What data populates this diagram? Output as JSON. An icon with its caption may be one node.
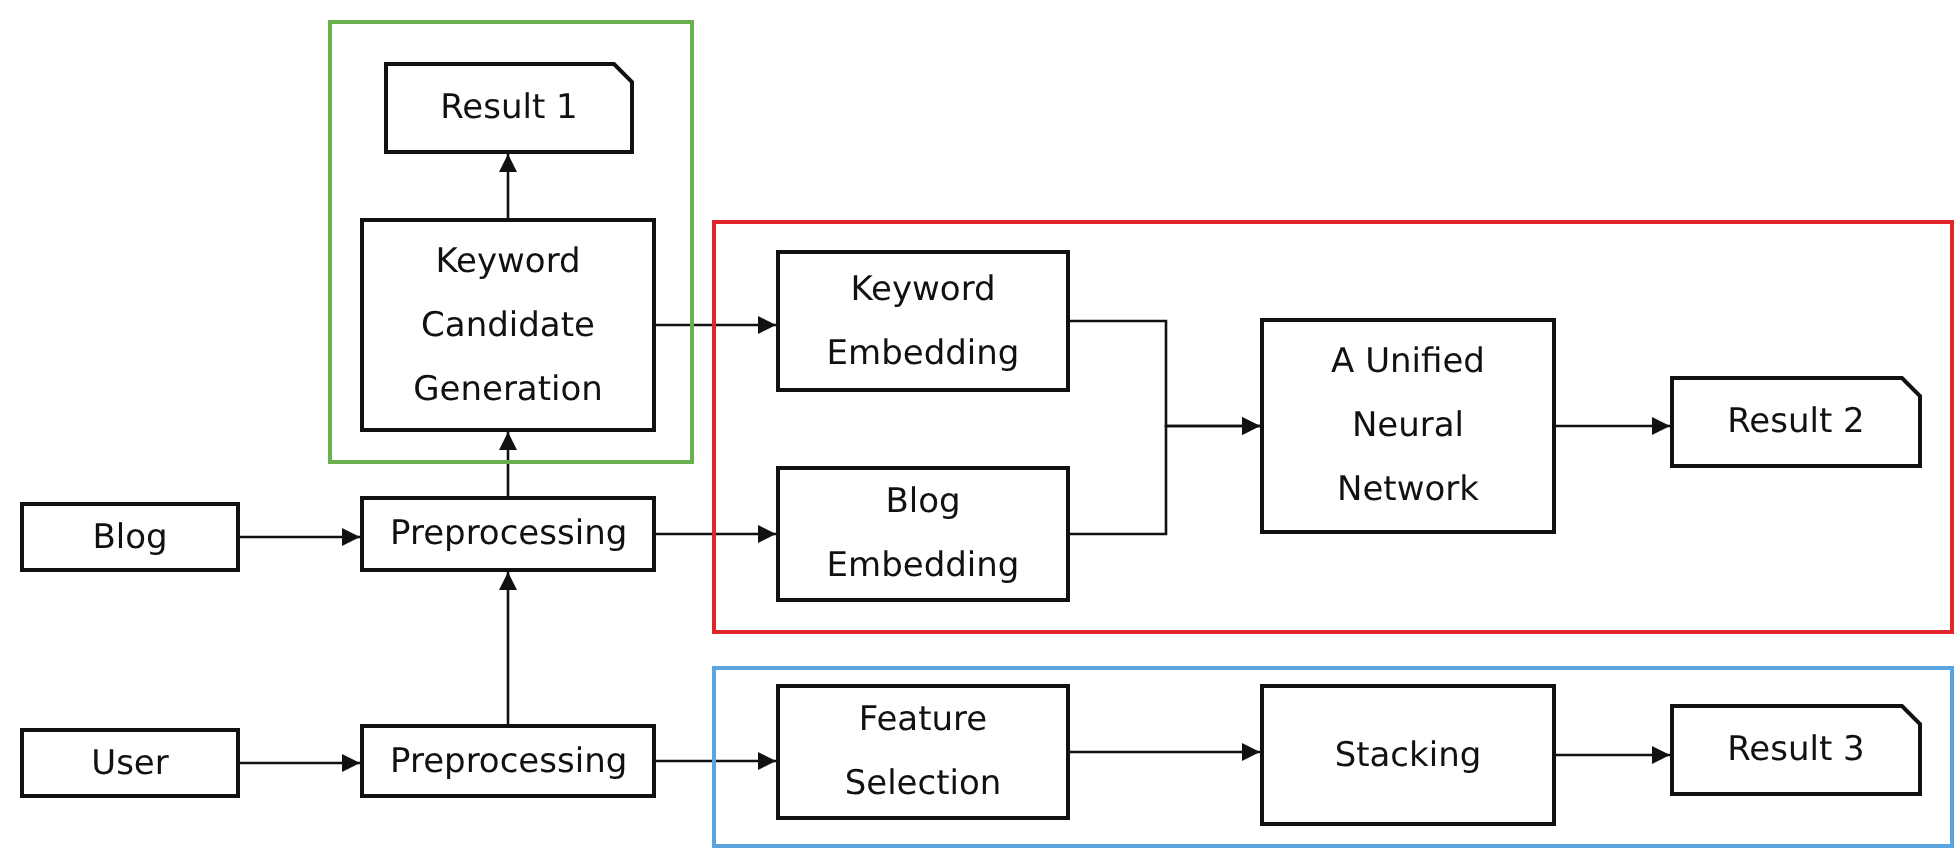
{
  "diagram": {
    "nodes": [
      {
        "text": [],
        "shape": "box"
      },
      {
        "text": [
          "Result 1"
        ],
        "in": 0
      },
      {
        "text": [
          "Keyword Candidate Generation"
        ],
        "in": 0
      },
      {
        "text": [],
        "shape": "box"
      },
      {
        "text": [
          "Keyword Embedding"
        ],
        "in": 3
      },
      {
        "text": [
          "A Unified Neural Network"
        ],
        "in": 3
      },
      {
        "text": [
          "Result 2"
        ],
        "in": 3
      },
      {
        "text": [
          "Blog"
        ]
      },
      {
        "text": [
          "Preprocessing"
        ]
      },
      {
        "text": [
          "Blog Embedding"
        ],
        "in": 3
      },
      {
        "text": [],
        "shape": "box"
      },
      {
        "text": [
          "User"
        ]
      },
      {
        "text": [
          "Preprocessing"
        ]
      },
      {
        "text": [
          "Feature Selection"
        ],
        "in": 10
      },
      {
        "text": [
          "Stacking"
        ],
        "in": 10
      },
      {
        "text": [
          "Result 3"
        ],
        "in": 10
      }
    ],
    "edges": [
      {
        "from": 2,
        "to": 1,
        "arrow": "to"
      },
      {
        "from": 8,
        "to": 2,
        "arrow": "to"
      },
      {
        "from": 2,
        "to": 4,
        "arrow": "to"
      },
      {
        "from": 4,
        "to": 5,
        "arrow": "to"
      },
      {
        "from": 9,
        "to": 5,
        "arrow": "to"
      },
      {
        "from": 5,
        "to": 6,
        "arrow": "to"
      },
      {
        "from": 7,
        "to": 8,
        "arrow": "to"
      },
      {
        "from": 8,
        "to": 9,
        "arrow": "to"
      },
      {
        "from": 12,
        "to": 8,
        "arrow": "to"
      },
      {
        "from": 11,
        "to": 12,
        "arrow": "to"
      },
      {
        "from": 12,
        "to": 13,
        "arrow": "to"
      },
      {
        "from": 13,
        "to": 14,
        "arrow": "to"
      },
      {
        "from": 14,
        "to": 15,
        "arrow": "to"
      }
    ]
  }
}
